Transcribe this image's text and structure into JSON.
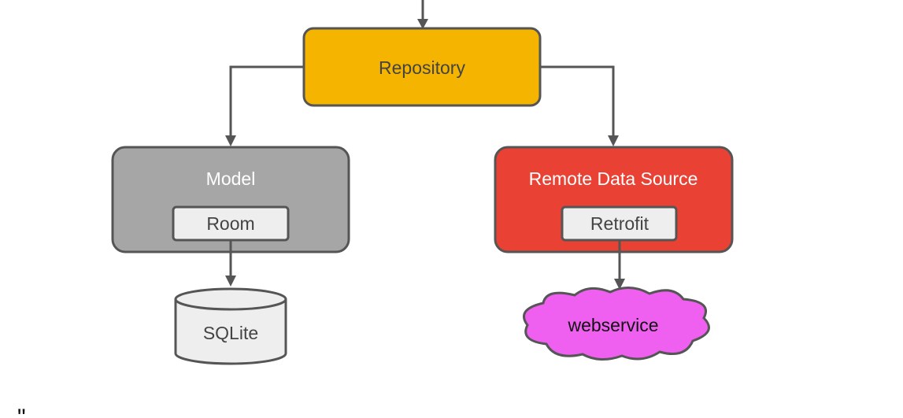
{
  "diagram": {
    "repository": {
      "label": "Repository",
      "fill": "#f4b400"
    },
    "model": {
      "label": "Model",
      "fill": "#a6a6a6",
      "child": {
        "label": "Room"
      }
    },
    "remote": {
      "label": "Remote Data Source",
      "fill": "#e94235",
      "child": {
        "label": "Retrofit"
      }
    },
    "database": {
      "label": "SQLite",
      "fill": "#eeeeee"
    },
    "cloud": {
      "label": "webservice",
      "fill": "#f060f0"
    },
    "colors": {
      "stroke": "#555555",
      "inner_box": "#eeeeee",
      "label_dark": "#444444",
      "label_light": "#ffffff"
    }
  },
  "footer_fragment": {
    "text": "\""
  }
}
